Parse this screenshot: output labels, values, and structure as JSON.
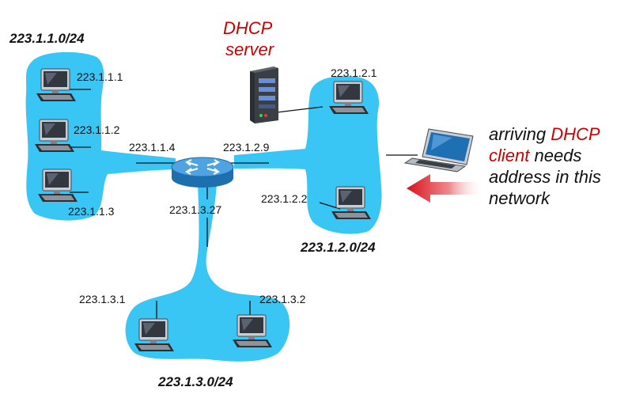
{
  "colors": {
    "network": "#39c6f4",
    "accent": "#cc0000",
    "text": "#111111",
    "router": "#2f8fd0"
  },
  "dhcp_server": {
    "line1": "DHCP",
    "line2": "server"
  },
  "subnets": {
    "s1": "223.1.1.0/24",
    "s2": "223.1.2.0/24",
    "s3": "223.1.3.0/24"
  },
  "hosts": {
    "h1": "223.1.1.1",
    "h2": "223.1.1.2",
    "h3": "223.1.1.3",
    "h4": "223.1.2.1",
    "h5": "223.1.2.2",
    "h6": "223.1.3.1",
    "h7": "223.1.3.2"
  },
  "router": {
    "if1": "223.1.1.4",
    "if2": "223.1.2.9",
    "if3": "223.1.3.27"
  },
  "caption": {
    "word_arriving": "arriving",
    "word_dhcp": "DHCP",
    "word_client": "client",
    "word_needs": "needs",
    "line3": "address in this",
    "line4": "network"
  },
  "icons": [
    "desktop-computer-icon",
    "server-tower-icon",
    "router-icon",
    "laptop-icon",
    "arrow-icon"
  ]
}
